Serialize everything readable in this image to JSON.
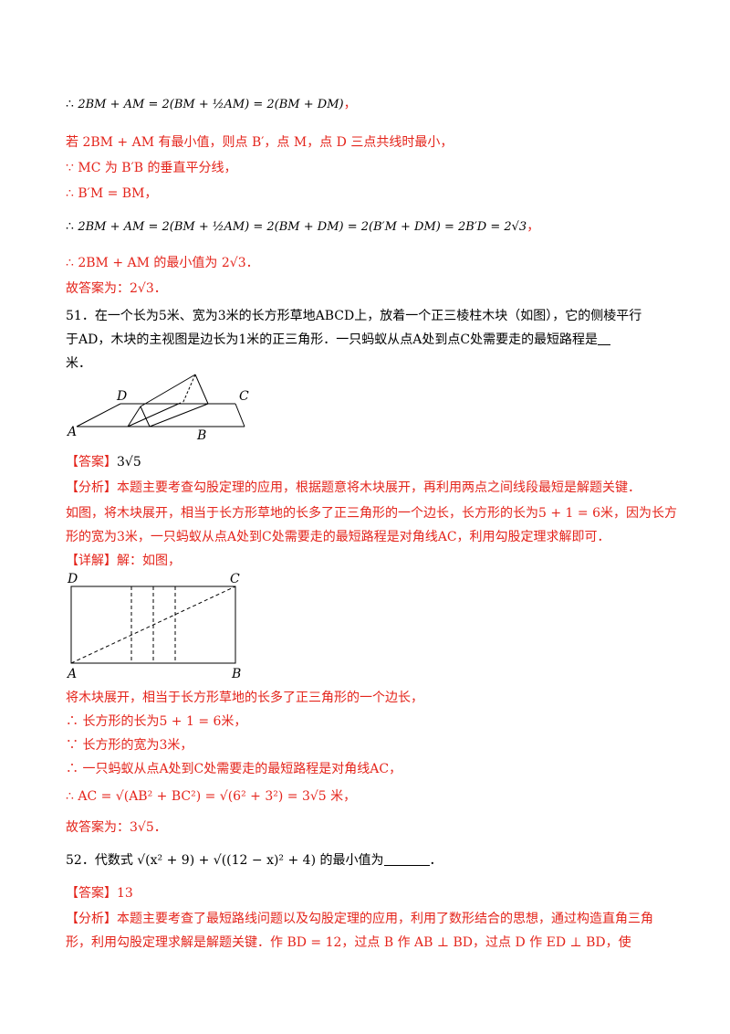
{
  "lines": {
    "l1_prefix": "∴ ",
    "l1_math": "2BM + AM = 2(BM + ½AM) = 2(BM + DM)",
    "l1_suffix": "，",
    "l2": "若 2BM + AM 有最小值，则点 B′，点 M，点 D 三点共线时最小，",
    "l3": "∵ MC 为 B′B 的垂直平分线，",
    "l4": "∴ B′M = BM，",
    "l5_prefix": "∴ ",
    "l5_math": "2BM + AM = 2(BM + ½AM) = 2(BM + DM) = 2(B′M + DM) = 2B′D = 2√3",
    "l5_suffix": "，",
    "l6": "∴ 2BM + AM 的最小值为 2√3．",
    "l7": "故答案为：2√3．"
  },
  "q51": {
    "text1": "51．在一个长为5米、宽为3米的长方形草地ABCD上，放着一个正三棱柱木块（如图），它的侧棱平行",
    "text2": "于AD，木块的主视图是边长为1米的正三角形．一只蚂蚁从点A处到点C处需要走的最短路程是",
    "text3": "米．",
    "fig1_labels": {
      "A": "A",
      "B": "B",
      "C": "C",
      "D": "D"
    },
    "answer_tag": "【答案】",
    "answer": "3√5",
    "analysis_tag": "【分析】",
    "analysis1": "本题主要考查勾股定理的应用，根据题意将木块展开，再利用两点之间线段最短是解题关键．",
    "analysis2": "如图，将木块展开，相当于长方形草地的长多了正三角形的一个边长，长方形的长为5 + 1 = 6米，因为长方",
    "analysis3": "形的宽为3米，一只蚂蚁从点A处到C处需要走的最短路程是对角线AC，利用勾股定理求解即可．",
    "detail_tag": "【详解】",
    "detail": "解：如图，",
    "fig2_labels": {
      "A": "A",
      "B": "B",
      "C": "C",
      "D": "D"
    },
    "s1": "将木块展开，相当于长方形草地的长多了正三角形的一个边长，",
    "s2": "∴ 长方形的长为5 + 1 = 6米，",
    "s3": "∵ 长方形的宽为3米，",
    "s4": "∴ 一只蚂蚁从点A处到C处需要走的最短路程是对角线AC，",
    "s5": "∴ AC = √(AB² + BC²) = √(6² + 3²) = 3√5 米，",
    "s6": "故答案为：3√5．"
  },
  "q52": {
    "text": "52．代数式 √(x² + 9) + √((12 − x)² + 4) 的最小值为",
    "text_end": "．",
    "answer_tag": "【答案】",
    "answer": "13",
    "analysis_tag": "【分析】",
    "analysis1": "本题主要考查了最短路线问题以及勾股定理的应用，利用了数形结合的思想，通过构造直角三角",
    "analysis2": "形，利用勾股定理求解是解题关键．作 BD = 12，过点 B 作 AB ⊥ BD，过点 D 作 ED ⊥ BD，使"
  },
  "colors": {
    "accent": "#e4241b",
    "text": "#000000"
  }
}
